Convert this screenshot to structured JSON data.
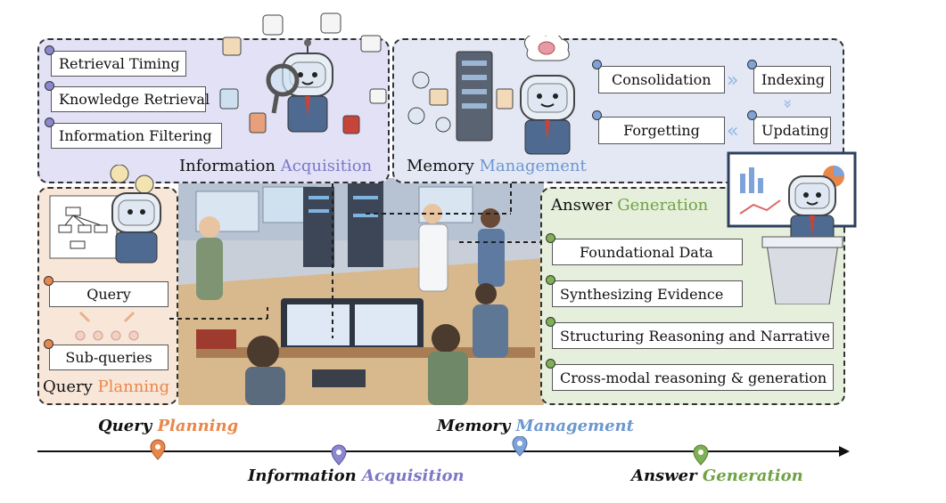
{
  "panels": {
    "info_acq": {
      "title_a": "Information",
      "title_b": "Acquisition",
      "items": [
        "Retrieval Timing",
        "Knowledge Retrieval",
        "Information Filtering"
      ]
    },
    "memory": {
      "title_a": "Memory",
      "title_b": "Management",
      "items": {
        "consolidation": "Consolidation",
        "indexing": "Indexing",
        "forgetting": "Forgetting",
        "updating": "Updating"
      }
    },
    "query_planning": {
      "title_a": "Query",
      "title_b": "Planning",
      "items": [
        "Query",
        "Sub-queries"
      ]
    },
    "answer_gen": {
      "title_a": "Answer",
      "title_b": "Generation",
      "items": [
        "Foundational Data",
        "Synthesizing Evidence",
        "Structuring Reasoning and Narrative",
        "Cross-modal reasoning & generation"
      ]
    }
  },
  "timeline": {
    "qp": {
      "a": "Query",
      "b": "Planning"
    },
    "ia": {
      "a": "Information",
      "b": "Acquisition"
    },
    "mm": {
      "a": "Memory",
      "b": "Management"
    },
    "ag": {
      "a": "Answer",
      "b": "Generation"
    }
  },
  "colors": {
    "purple": "#7b78c6",
    "blue": "#6c97cf",
    "orange": "#e9874b",
    "green": "#6fa244"
  }
}
